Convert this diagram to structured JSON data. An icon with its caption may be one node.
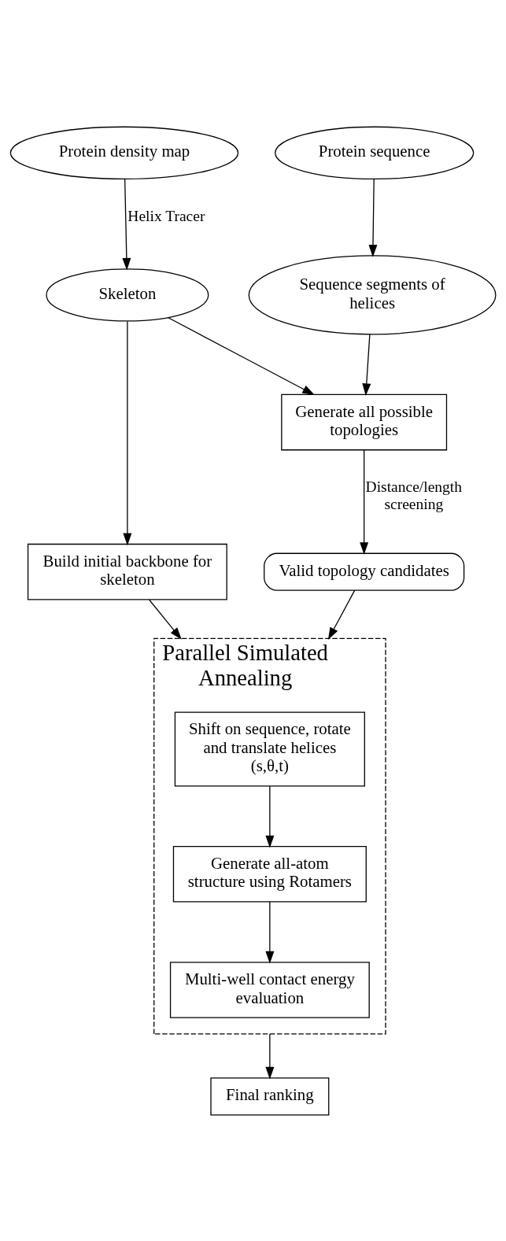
{
  "diagram": {
    "nodes": [
      {
        "text": [
          "Protein density map"
        ]
      },
      {
        "text": [
          "Protein sequence"
        ]
      },
      {
        "text": [
          "Skeleton"
        ]
      },
      {
        "text": [
          "Sequence segments of helices"
        ]
      },
      {
        "text": [
          "Build initial backbone for skeleton"
        ]
      },
      {
        "text": [
          "Generate all possible topologies"
        ]
      },
      {
        "text": [
          "Valid topology candidates"
        ]
      },
      {
        "text": [
          "Parallel Simulated Annealing"
        ]
      },
      {
        "text": [
          "Shift on sequence, rotate and translate helices (s,θ,t)"
        ],
        "in": 7
      },
      {
        "text": [
          "Generate all-atom structure using Rotamers"
        ],
        "in": 7
      },
      {
        "text": [
          "Multi-well contact energy evaluation"
        ],
        "in": 7
      },
      {
        "text": [
          "Final ranking"
        ]
      }
    ],
    "edges": [
      {
        "from": 0,
        "to": 2,
        "arrow": "to",
        "label": "Helix Tracer"
      },
      {
        "from": 1,
        "to": 3,
        "arrow": "to"
      },
      {
        "from": 2,
        "to": 4,
        "arrow": "to"
      },
      {
        "from": 2,
        "to": 5,
        "arrow": "to"
      },
      {
        "from": 3,
        "to": 5,
        "arrow": "to"
      },
      {
        "from": 5,
        "to": 6,
        "arrow": "to",
        "label": "Distance/length screening"
      },
      {
        "from": 4,
        "to": 7,
        "arrow": "to"
      },
      {
        "from": 6,
        "to": 7,
        "arrow": "to"
      },
      {
        "from": 8,
        "to": 9,
        "arrow": "to"
      },
      {
        "from": 9,
        "to": 10,
        "arrow": "to"
      },
      {
        "from": 7,
        "to": 11,
        "arrow": "to"
      }
    ]
  }
}
